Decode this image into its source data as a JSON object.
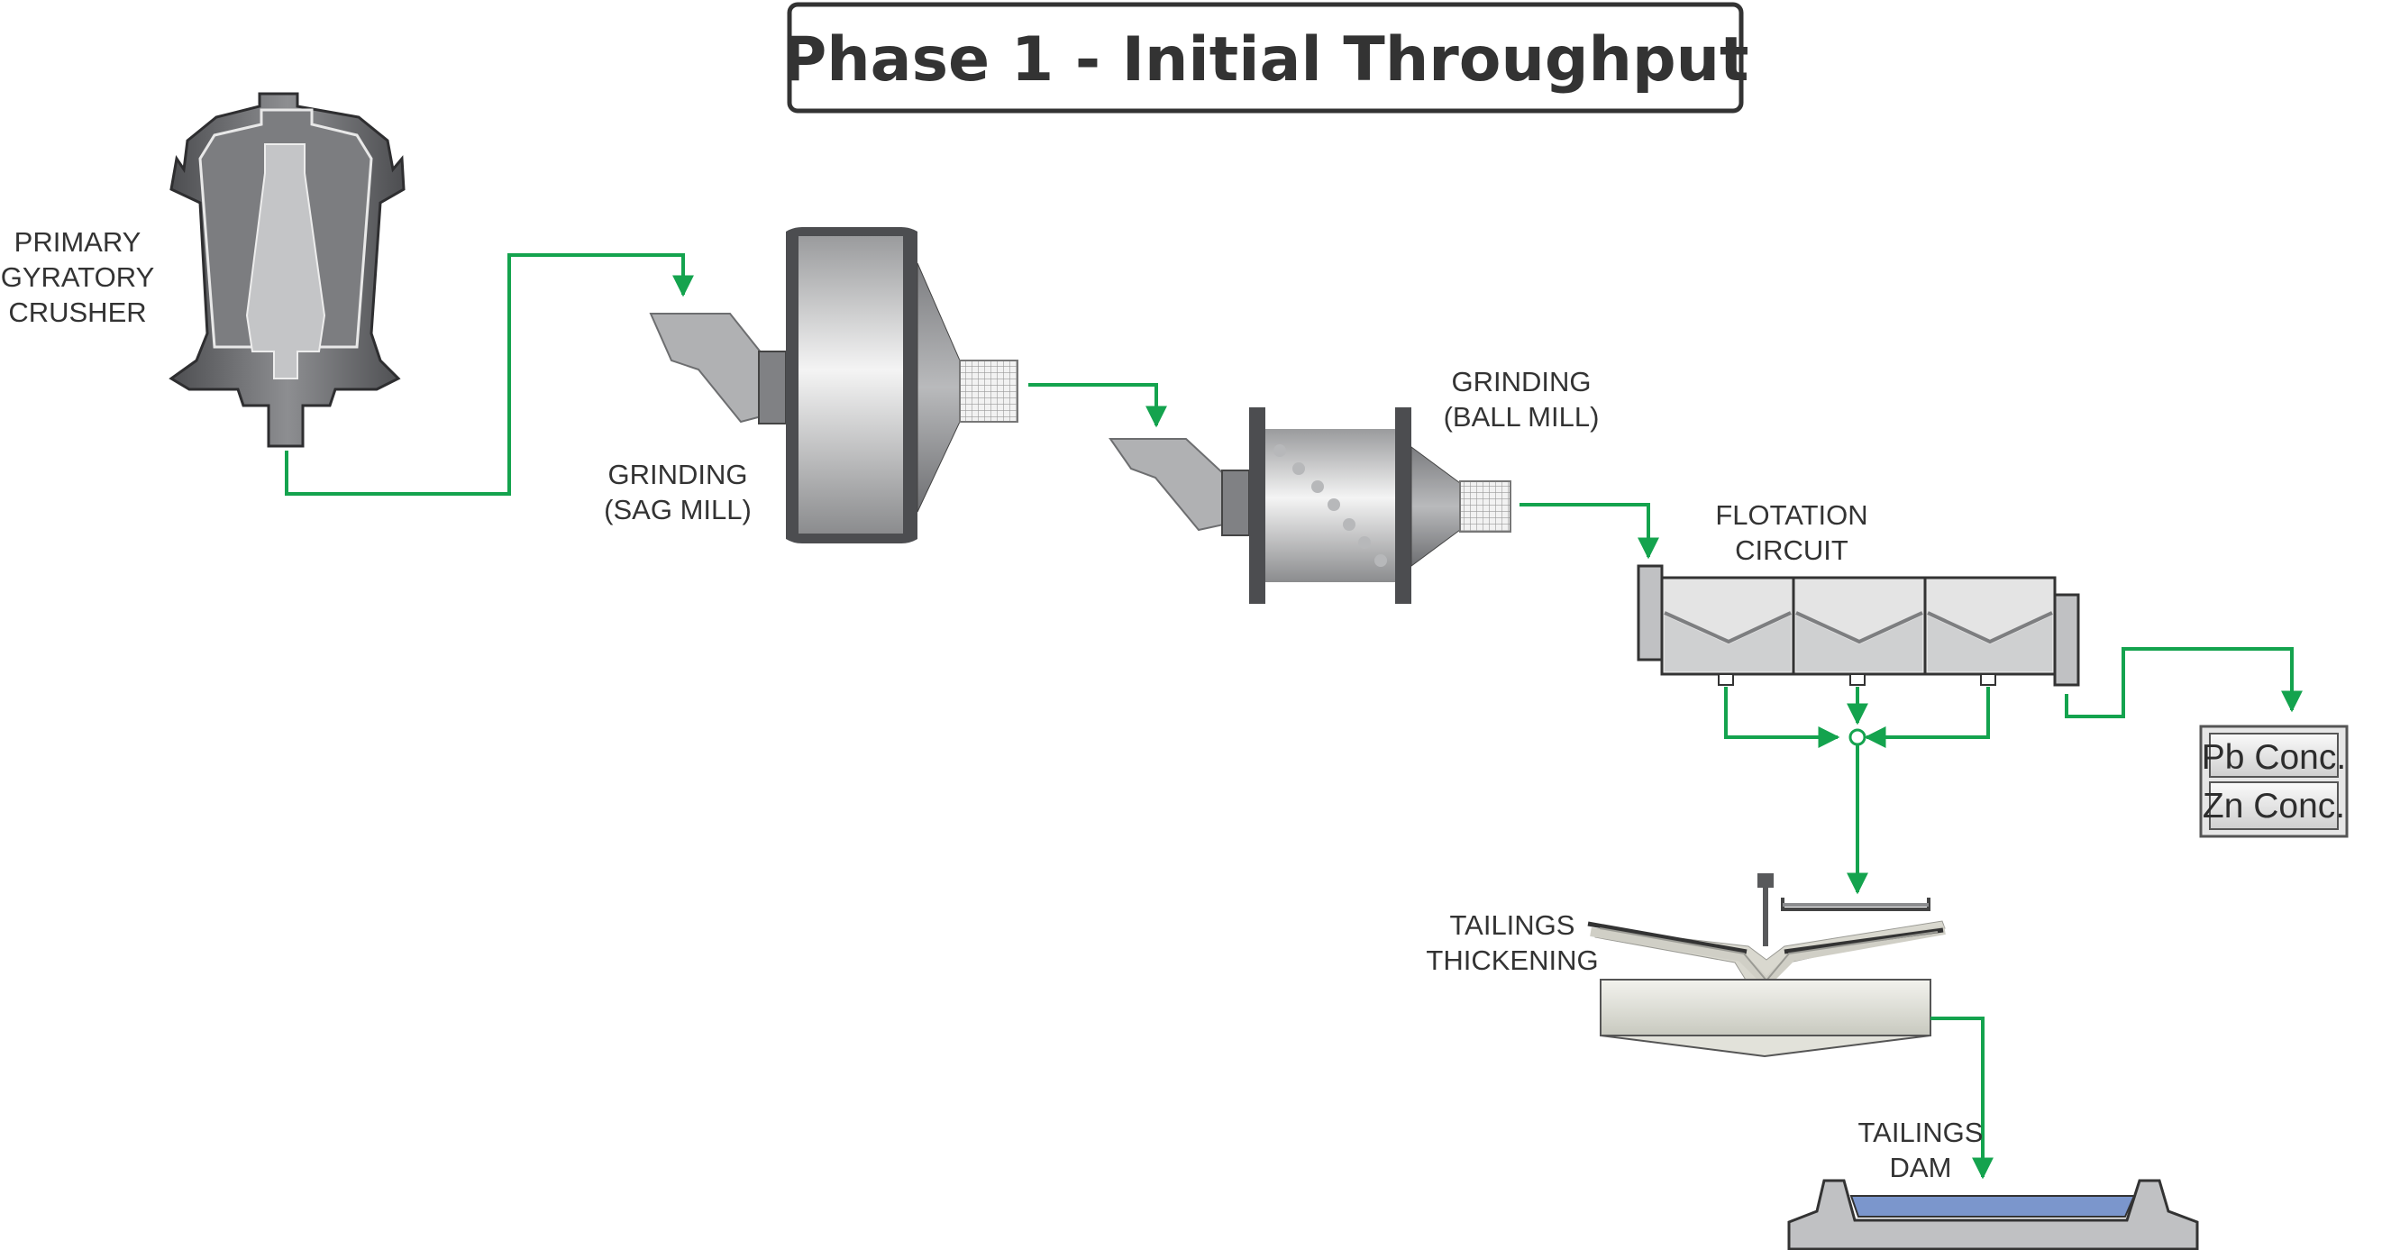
{
  "title": "Phase 1 - Initial Throughput",
  "labels": {
    "crusher": [
      "PRIMARY",
      "GYRATORY",
      "CRUSHER"
    ],
    "sag_mill": [
      "GRINDING",
      "(SAG MILL)"
    ],
    "ball_mill": [
      "GRINDING",
      "(BALL MILL)"
    ],
    "flotation": [
      "FLOTATION",
      "CIRCUIT"
    ],
    "thickening": [
      "TAILINGS",
      "THICKENING"
    ],
    "dam": [
      "TAILINGS",
      "DAM"
    ]
  },
  "concentrates": [
    "Pb Conc.",
    "Zn Conc."
  ],
  "colors": {
    "flow_line": "#14a34e",
    "text": "#333333",
    "equipment_dark": "#58595b",
    "equipment_light": "#c9c9c9",
    "dam_water": "#7b96cc"
  }
}
